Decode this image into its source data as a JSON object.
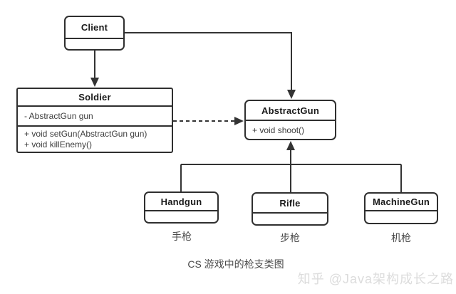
{
  "diagram": {
    "caption": "CS 游戏中的枪支类图",
    "watermark": "知乎 @Java架构成长之路",
    "classes": {
      "client": {
        "name": "Client"
      },
      "soldier": {
        "name": "Soldier",
        "field1": "- AbstractGun gun",
        "method1": "+ void setGun(AbstractGun gun)",
        "method2": "+ void killEnemy()"
      },
      "abstractgun": {
        "name": "AbstractGun",
        "method1": "+ void shoot()"
      },
      "handgun": {
        "name": "Handgun",
        "label": "手枪"
      },
      "rifle": {
        "name": "Rifle",
        "label": "步枪"
      },
      "machinegun": {
        "name": "MachineGun",
        "label": "机枪"
      }
    },
    "relationships": {
      "client_to_soldier": "solid arrow down",
      "client_to_abstractgun": "solid arrow down",
      "soldier_to_abstractgun": "dashed arrow right",
      "subclasses_to_abstractgun": "solid arrow up from bus joining Handgun, Rifle, MachineGun"
    },
    "colors": {
      "line": "#333333",
      "box_border": "#2f2f2f",
      "title_text": "#1a1a1a",
      "member_text": "#3d3d3d",
      "label_text": "#4a4a4a",
      "caption_text": "#4a4a4a",
      "watermark_text": "#dcdcdc",
      "background": "#ffffff"
    }
  }
}
